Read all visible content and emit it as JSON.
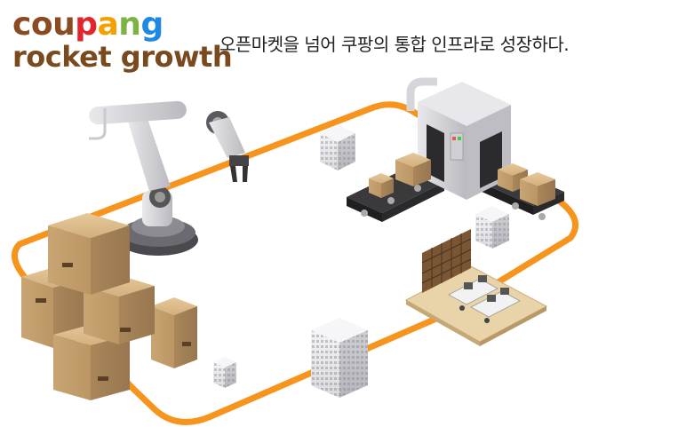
{
  "logo": {
    "brand_letters": [
      {
        "ch": "c",
        "color": "#8b4a1f"
      },
      {
        "ch": "o",
        "color": "#8b4a1f"
      },
      {
        "ch": "u",
        "color": "#8b4a1f"
      },
      {
        "ch": "p",
        "color": "#e2242b"
      },
      {
        "ch": "a",
        "color": "#f4a100"
      },
      {
        "ch": "n",
        "color": "#7cb342"
      },
      {
        "ch": "g",
        "color": "#1e88e5"
      }
    ],
    "subtitle": "rocket growth"
  },
  "headline": "오픈마켓을 넘어 쿠팡의 통합 인프라로 성장하다.",
  "colors": {
    "route": "#f7941d",
    "box": "#c9a575",
    "box_dark": "#a98558",
    "machine": "#cfcfd4",
    "belt": "#2c2c2e"
  },
  "illustration": {
    "elements": [
      "cardboard-boxes",
      "robot-arm",
      "sorting-machine",
      "conveyor-belt",
      "office-area",
      "buildings"
    ]
  }
}
